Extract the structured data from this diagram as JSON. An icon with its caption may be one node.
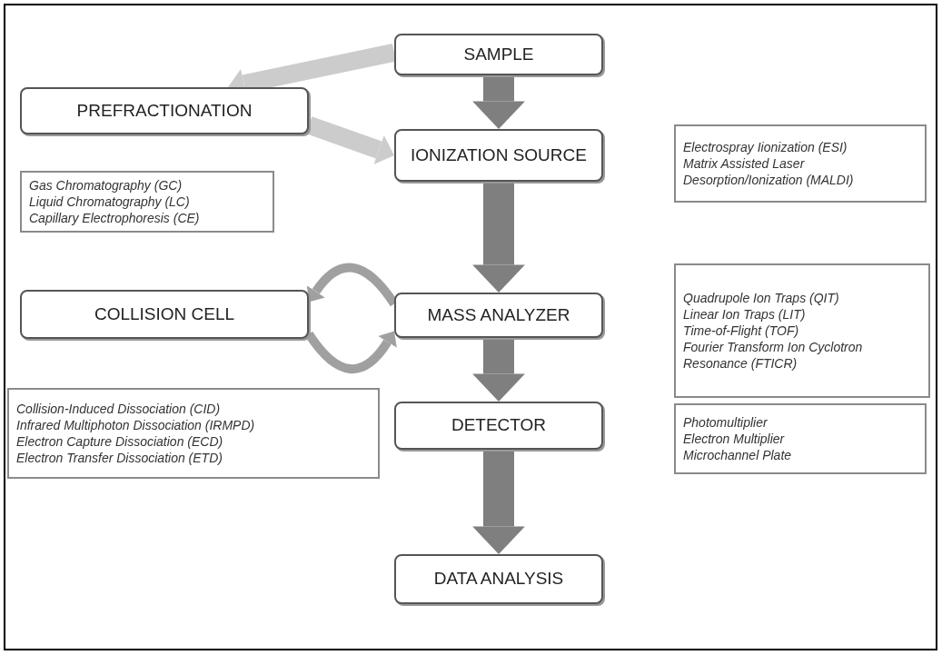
{
  "diagram": {
    "nodes": [
      {
        "text": [
          "SAMPLE"
        ]
      },
      {
        "text": [
          "PREFRACTIONATION"
        ]
      },
      {
        "text": [
          "Gas Chromatography (GC)",
          "Liquid Chromatography (LC)",
          "Capillary Electrophoresis (CE)"
        ]
      },
      {
        "text": [
          "IONIZATION SOURCE"
        ]
      },
      {
        "text": [
          "Electrospray Iionization (ESI)",
          "Matrix Assisted Laser Desorption/Ionization (MALDI)"
        ]
      },
      {
        "text": [
          "COLLISION CELL"
        ]
      },
      {
        "text": [
          "MASS ANALYZER"
        ]
      },
      {
        "text": [
          "Quadrupole Ion Traps (QIT)",
          "Linear Ion Traps (LIT)",
          "Time-of-Flight (TOF)",
          "Fourier Transform Ion Cyclotron Resonance (FTICR)"
        ]
      },
      {
        "text": [
          "Collision-Induced Dissociation (CID)",
          "Infrared Multiphoton Dissociation (IRMPD)",
          "Electron Capture Dissociation (ECD)",
          "Electron Transfer Dissociation (ETD)"
        ]
      },
      {
        "text": [
          "DETECTOR"
        ]
      },
      {
        "text": [
          "Photomultiplier",
          "Electron Multiplier",
          "Microchannel Plate"
        ]
      },
      {
        "text": [
          "DATA ANALYSIS"
        ]
      }
    ],
    "edges": [
      {
        "from": 0,
        "to": 3,
        "arrow": "to"
      },
      {
        "from": 3,
        "to": 6,
        "arrow": "to"
      },
      {
        "from": 6,
        "to": 9,
        "arrow": "to"
      },
      {
        "from": 9,
        "to": 11,
        "arrow": "to"
      },
      {
        "from": 0,
        "to": 1,
        "arrow": "to",
        "color": "#cccccc"
      },
      {
        "from": 1,
        "to": 3,
        "arrow": "to",
        "color": "#cccccc"
      },
      {
        "from": 6,
        "to": 5,
        "arrow": "to",
        "color": "#a0a0a0"
      },
      {
        "from": 5,
        "to": 6,
        "arrow": "to",
        "color": "#a0a0a0"
      }
    ]
  }
}
